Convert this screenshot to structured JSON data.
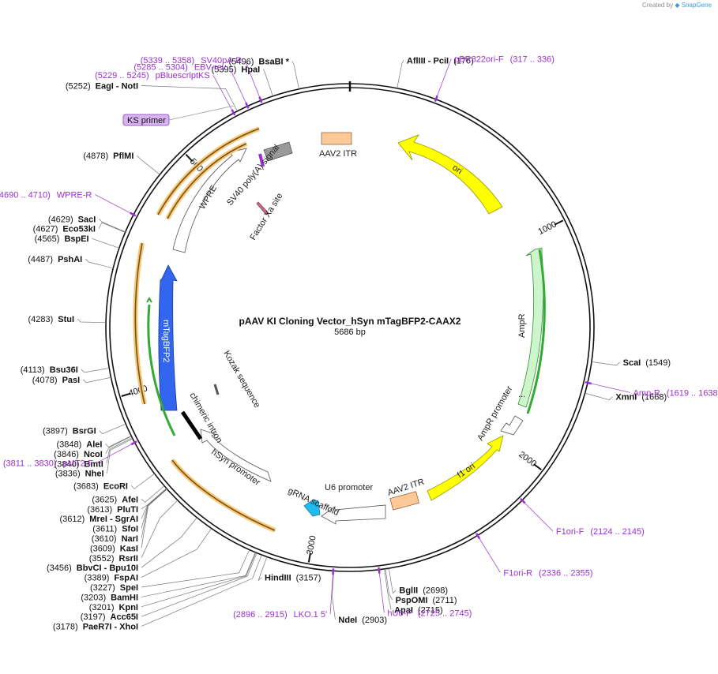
{
  "credit": {
    "prefix": "Created by",
    "brand": "SnapGene"
  },
  "map": {
    "title": "pAAV KI Cloning Vector_hSyn mTagBFP2-CAAX2",
    "size_label": "5686 bp",
    "length": 5686,
    "colors": {
      "ring": "#111111",
      "primer": "#9a2fd0",
      "ori": "#ffff00",
      "amp": "#ccf5cc",
      "itr": "#ffc896",
      "bfp": "#3366ee",
      "grna": "#22bbee",
      "terminator": "#999999",
      "highlight_orange": "#f5c87a",
      "highlight_green": "#33aa33"
    },
    "ticks": [
      {
        "pos": 1000,
        "label": "1000"
      },
      {
        "pos": 2000,
        "label": "2000"
      },
      {
        "pos": 3000,
        "label": "3000"
      },
      {
        "pos": 4000,
        "label": "4000"
      },
      {
        "pos": 5000,
        "label": "5000"
      }
    ],
    "sites": [
      {
        "pos": 5496,
        "name": "BsaBI",
        "suffix": " *",
        "coord": "(5496)"
      },
      {
        "pos": 5395,
        "name": "HpaI",
        "coord": "(5395)"
      },
      {
        "pos": 5252,
        "name": "EagI",
        "suffix": "  - NotI",
        "coord": "(5252)"
      },
      {
        "pos": 4878,
        "name": "PflMI",
        "coord": "(4878)"
      },
      {
        "pos": 4629,
        "name": "SacI",
        "coord": "(4629)"
      },
      {
        "pos": 4627,
        "name": "Eco53kI",
        "coord": "(4627)"
      },
      {
        "pos": 4565,
        "name": "BspEI",
        "coord": "(4565)"
      },
      {
        "pos": 4487,
        "name": "PshAI",
        "coord": "(4487)"
      },
      {
        "pos": 4283,
        "name": "StuI",
        "coord": "(4283)"
      },
      {
        "pos": 4113,
        "name": "Bsu36I",
        "coord": "(4113)"
      },
      {
        "pos": 4078,
        "name": "PasI",
        "coord": "(4078)"
      },
      {
        "pos": 3897,
        "name": "BsrGI",
        "coord": "(3897)"
      },
      {
        "pos": 3848,
        "name": "AleI",
        "coord": "(3848)"
      },
      {
        "pos": 3846,
        "name": "NcoI",
        "coord": "(3846)"
      },
      {
        "pos": 3840,
        "name": "BmtI",
        "coord": "(3840)"
      },
      {
        "pos": 3836,
        "name": "NheI",
        "coord": "(3836)"
      },
      {
        "pos": 3683,
        "name": "EcoRI",
        "coord": "(3683)"
      },
      {
        "pos": 3625,
        "name": "AfeI",
        "coord": "(3625)"
      },
      {
        "pos": 3613,
        "name": "PluTI",
        "coord": "(3613)"
      },
      {
        "pos": 3612,
        "name": "MreI",
        "suffix": "  - SgrAI",
        "coord": "(3612)"
      },
      {
        "pos": 3611,
        "name": "SfoI",
        "coord": "(3611)"
      },
      {
        "pos": 3610,
        "name": "NarI",
        "coord": "(3610)"
      },
      {
        "pos": 3609,
        "name": "KasI",
        "coord": "(3609)"
      },
      {
        "pos": 3552,
        "name": "RsrII",
        "coord": "(3552)"
      },
      {
        "pos": 3456,
        "name": "BbvCI",
        "suffix": "  - Bpu10I",
        "coord": "(3456)"
      },
      {
        "pos": 3389,
        "name": "FspAI",
        "coord": "(3389)"
      },
      {
        "pos": 3227,
        "name": "SpeI",
        "coord": "(3227)"
      },
      {
        "pos": 3203,
        "name": "BamHI",
        "coord": "(3203)"
      },
      {
        "pos": 3201,
        "name": "KpnI",
        "coord": "(3201)"
      },
      {
        "pos": 3197,
        "name": "Acc65I",
        "coord": "(3197)"
      },
      {
        "pos": 3178,
        "name": "PaeR7I",
        "suffix": "  - XhoI",
        "coord": "(3178)"
      },
      {
        "pos": 3157,
        "name": "HindIII",
        "coord": "(3157)"
      },
      {
        "pos": 2903,
        "name": "NdeI",
        "coord": "(2903)"
      },
      {
        "pos": 2698,
        "name": "BglII",
        "coord": "(2698)"
      },
      {
        "pos": 2711,
        "name": "PspOMI",
        "coord": "(2711)"
      },
      {
        "pos": 2715,
        "name": "ApaI",
        "coord": "(2715)"
      },
      {
        "pos": 1668,
        "name": "XmnI",
        "coord": "(1668)"
      },
      {
        "pos": 1549,
        "name": "ScaI",
        "coord": "(1549)"
      },
      {
        "pos": 176,
        "name": "AflIII",
        "suffix": "  - PciI",
        "coord": "(176)"
      }
    ],
    "primers": [
      {
        "pos": 326,
        "name": "pBR322ori-F",
        "range": "(317 .. 336)"
      },
      {
        "pos": 1628,
        "name": "Amp-R",
        "range": "(1619 .. 1638)"
      },
      {
        "pos": 2134,
        "name": "F1ori-F",
        "range": "(2124 .. 2145)"
      },
      {
        "pos": 2345,
        "name": "F1ori-R",
        "range": "(2336 .. 2355)"
      },
      {
        "pos": 2735,
        "name": "hU6-F",
        "range": "(2725 .. 2745)"
      },
      {
        "pos": 2905,
        "name": "LKO.1 5'",
        "range": "(2896 .. 2915)"
      },
      {
        "pos": 3820,
        "name": "pMT2-F",
        "range": "(3811 .. 3830)"
      },
      {
        "pos": 4700,
        "name": "WPRE-R",
        "range": "(4690 .. 4710)"
      },
      {
        "pos": 5237,
        "name": "pBluescriptKS",
        "range": "(5229 .. 5245)"
      },
      {
        "pos": 5294,
        "name": "EBV-rev",
        "range": "(5285 .. 5304)"
      },
      {
        "pos": 5348,
        "name": "SV40pA-R",
        "range": "(5339 .. 5358)"
      }
    ],
    "ks_primer": "KS primer",
    "features": {
      "aav2_itr_top": "AAV2 ITR",
      "ori": "ori",
      "ampr": "AmpR",
      "ampr_promoter": "AmpR promoter",
      "f1_ori": "f1 ori",
      "aav2_itr_bottom": "AAV2 ITR",
      "u6_promoter": "U6 promoter",
      "grna_scaffold": "gRNA scaffold",
      "hsyn_promoter": "hSyn promoter",
      "chimeric_intron": "chimeric intron",
      "kozak": "Kozak sequence",
      "mtagbfp2": "mTagBFP2",
      "wpre": "WPRE",
      "sv40_polya": "SV40 poly(A) signal",
      "factor_xa": "Factor Xa site"
    }
  }
}
